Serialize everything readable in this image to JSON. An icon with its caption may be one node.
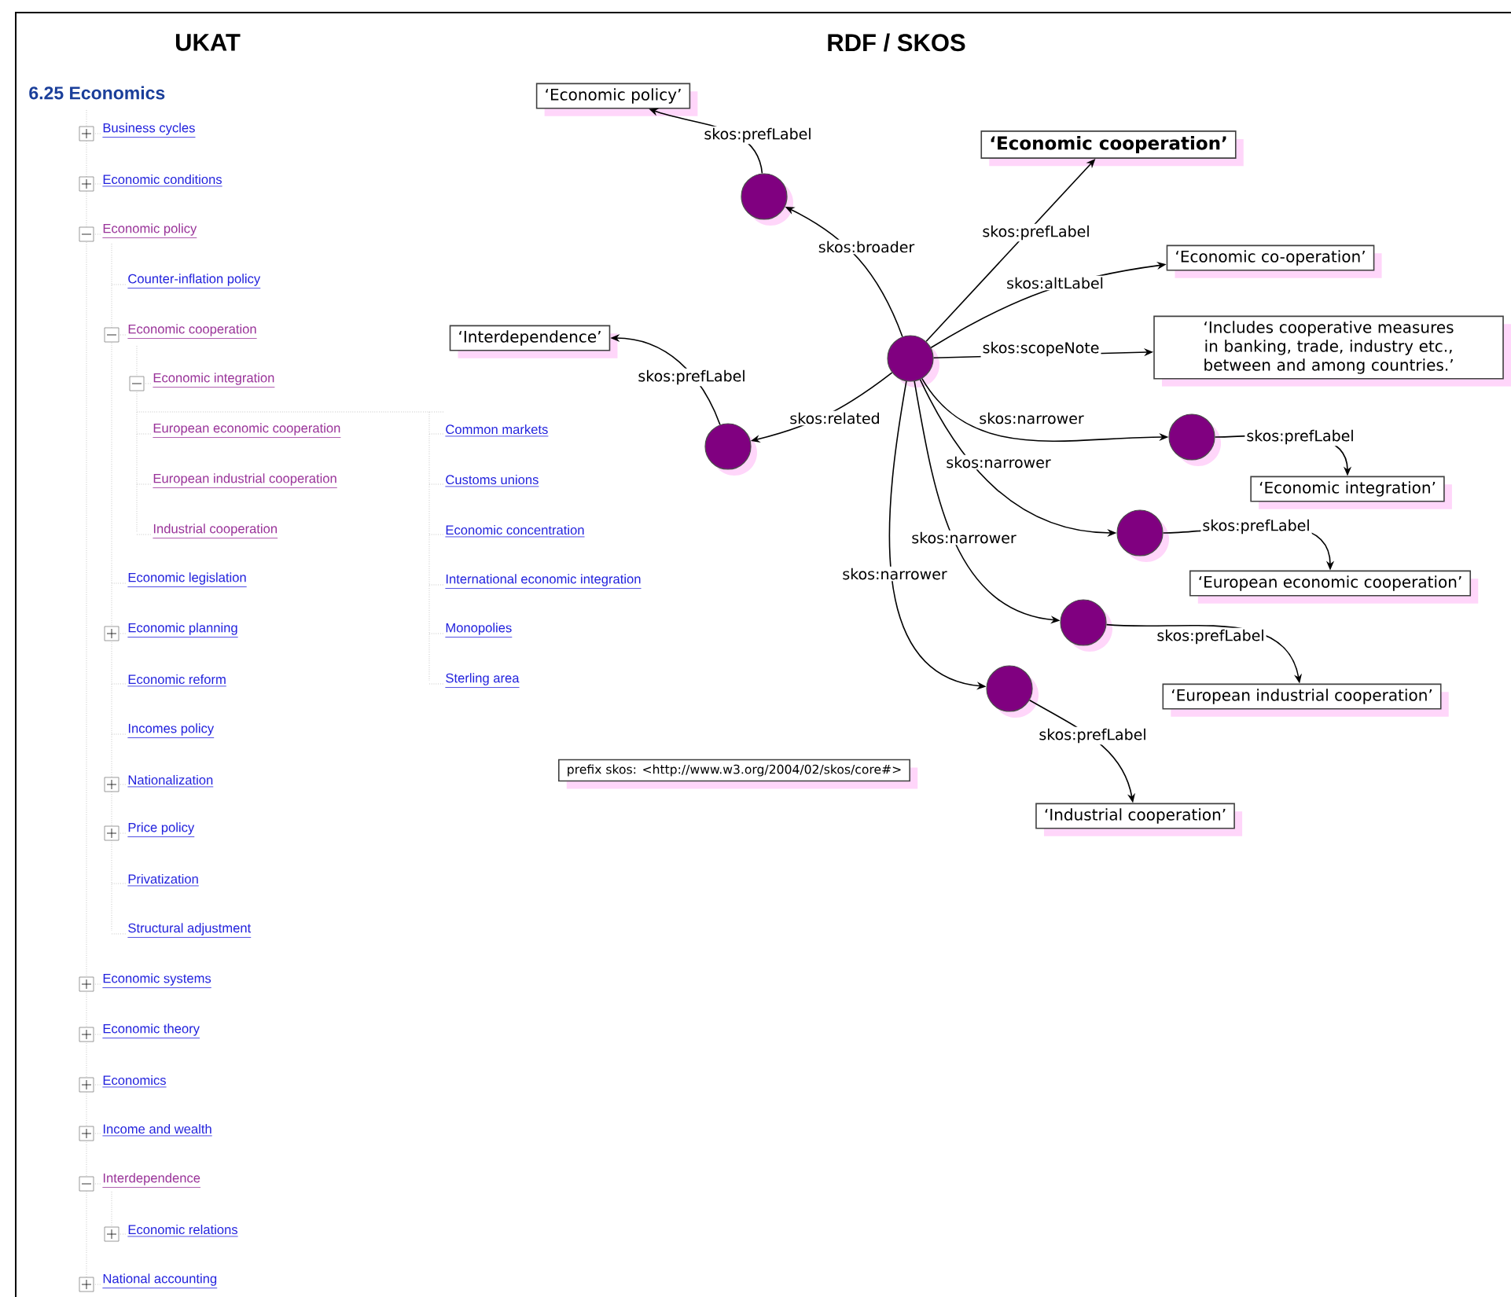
{
  "diagram": {
    "nodes": [
      {
        "text": [],
        "shape": "circle"
      },
      {
        "text": [],
        "shape": "circle"
      },
      {
        "text": [
          "‘Economic policy’"
        ]
      },
      {
        "text": [
          "‘Economic cooperation’"
        ]
      },
      {
        "text": [
          "‘Economic co-operation’"
        ]
      },
      {
        "text": [
          "‘Includes cooperative measures in banking, trade, industry etc., between and among countries.’"
        ]
      },
      {
        "text": [],
        "shape": "circle"
      },
      {
        "text": [
          "‘Interdependence’"
        ]
      },
      {
        "text": [],
        "shape": "circle"
      },
      {
        "text": [
          "‘Economic integration’"
        ]
      },
      {
        "text": [],
        "shape": "circle"
      },
      {
        "text": [
          "‘European economic cooperation’"
        ]
      },
      {
        "text": [],
        "shape": "circle"
      },
      {
        "text": [
          "‘European industrial cooperation’"
        ]
      },
      {
        "text": [],
        "shape": "circle"
      },
      {
        "text": [
          "‘Industrial cooperation’"
        ]
      },
      {
        "text": [
          "prefix skos: <http://www.w3.org/2004/02/skos/core#>"
        ]
      }
    ],
    "edges": [
      {
        "from": 0,
        "to": 1,
        "arrow": "to",
        "label": "skos:broader"
      },
      {
        "from": 1,
        "to": 2,
        "arrow": "to",
        "label": "skos:prefLabel"
      },
      {
        "from": 0,
        "to": 3,
        "arrow": "to",
        "label": "skos:prefLabel"
      },
      {
        "from": 0,
        "to": 4,
        "arrow": "to",
        "label": "skos:altLabel"
      },
      {
        "from": 0,
        "to": 5,
        "arrow": "to",
        "label": "skos:scopeNote"
      },
      {
        "from": 0,
        "to": 6,
        "arrow": "to",
        "label": "skos:related"
      },
      {
        "from": 6,
        "to": 7,
        "arrow": "to",
        "label": "skos:prefLabel"
      },
      {
        "from": 0,
        "to": 8,
        "arrow": "to",
        "label": "skos:narrower"
      },
      {
        "from": 8,
        "to": 9,
        "arrow": "to",
        "label": "skos:prefLabel"
      },
      {
        "from": 0,
        "to": 10,
        "arrow": "to",
        "label": "skos:narrower"
      },
      {
        "from": 10,
        "to": 11,
        "arrow": "to",
        "label": "skos:prefLabel"
      },
      {
        "from": 0,
        "to": 12,
        "arrow": "to",
        "label": "skos:narrower"
      },
      {
        "from": 12,
        "to": 13,
        "arrow": "to",
        "label": "skos:prefLabel"
      },
      {
        "from": 0,
        "to": 14,
        "arrow": "to",
        "label": "skos:narrower"
      },
      {
        "from": 14,
        "to": 15,
        "arrow": "to",
        "label": "skos:prefLabel"
      }
    ],
    "labels": [
      "UKAT",
      "RDF / SKOS",
      "6.25 Economics",
      "Business cycles",
      "Economic conditions",
      "Economic policy",
      "Counter-inflation policy",
      "Economic cooperation",
      "Economic integration",
      "European economic cooperation",
      "Common markets",
      "European industrial cooperation",
      "Customs unions",
      "Industrial cooperation",
      "Economic concentration",
      "Economic legislation",
      "International economic integration",
      "Economic planning",
      "Monopolies",
      "Economic reform",
      "Sterling area",
      "Incomes policy",
      "Nationalization",
      "Price policy",
      "Privatization",
      "Structural adjustment",
      "Economic systems",
      "Economic theory",
      "Economics",
      "Income and wealth",
      "Interdependence",
      "Economic relations",
      "National accounting"
    ]
  }
}
